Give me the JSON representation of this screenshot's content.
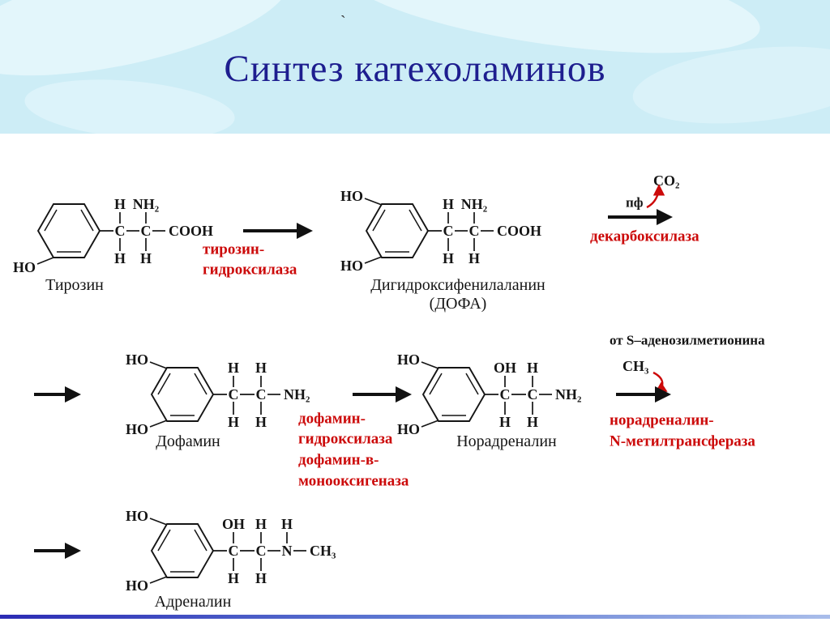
{
  "slide": {
    "title": "Синтез катехоламинов",
    "stray_mark": "`"
  },
  "atoms": {
    "h": "H",
    "c": "C",
    "n": "N",
    "ho": "HO",
    "oh": "OH",
    "nh2": "NH₂",
    "cooh": "COOH",
    "ch3": "CH₃",
    "co2": "CO₂",
    "pf": "пф"
  },
  "molecules": {
    "tyrosine": "Тирозин",
    "dopa_line1": "Дигидроксифенилаланин",
    "dopa_line2": "(ДОФА)",
    "dopamine": "Дофамин",
    "noradrenaline": "Норадреналин",
    "adrenaline": "Адреналин"
  },
  "enzymes": {
    "tyrosine_hydroxylase": [
      "тирозин-",
      "гидроксилаза"
    ],
    "decarboxylase": "декарбоксилаза",
    "dopamine_hydroxylase": [
      "дофамин-",
      "гидроксилаза",
      "дофамин-в-",
      "монооксигеназа"
    ],
    "pnmt": [
      "норадреналин-",
      "N-метилтрансфераза"
    ]
  },
  "annotations": {
    "sam": "от S–аденозилметионина"
  },
  "colors": {
    "enzyme_red": "#cc0a0a",
    "title_navy": "#1e1e8f",
    "banner_blue": "#cdedf6",
    "bottom_bar_blue": "#2b2bb4"
  }
}
